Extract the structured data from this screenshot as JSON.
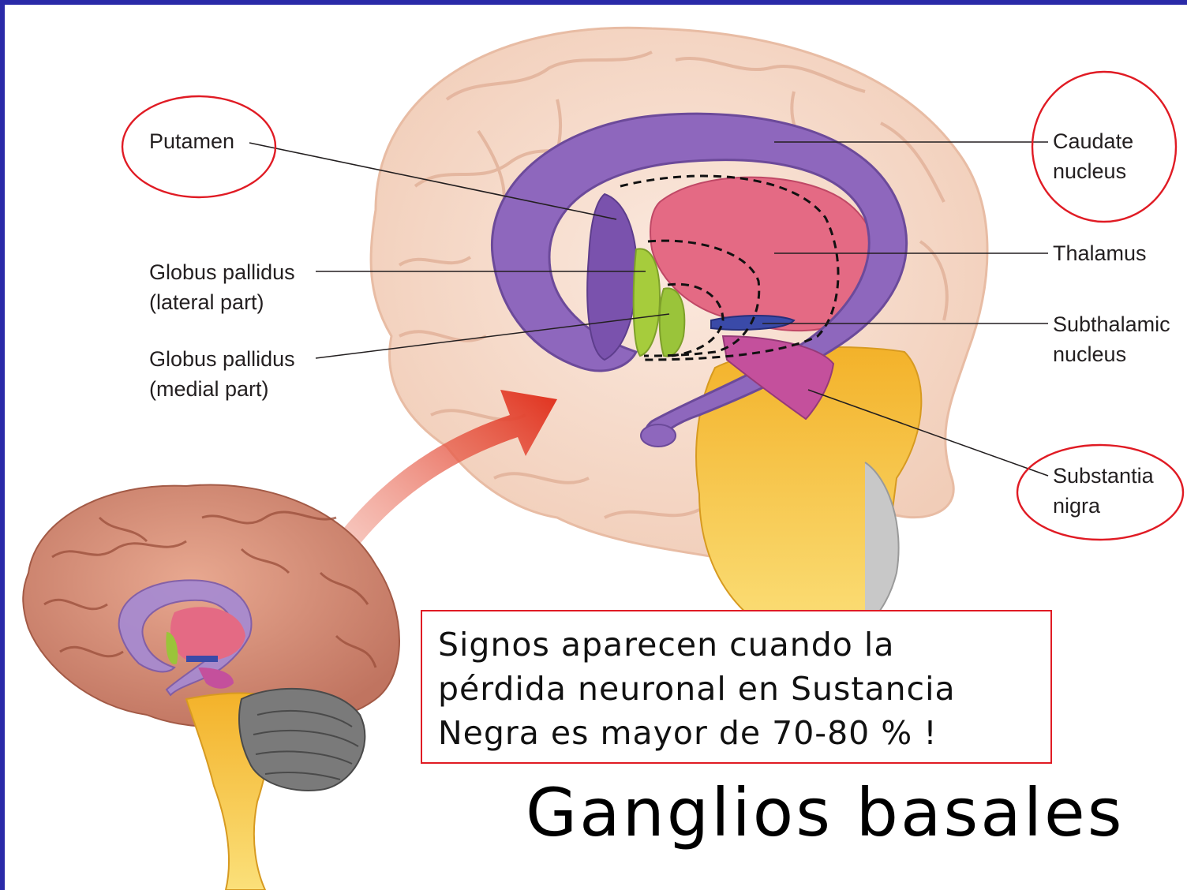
{
  "labels": {
    "putamen": "Putamen",
    "gp_lateral_1": "Globus pallidus",
    "gp_lateral_2": "(lateral part)",
    "gp_medial_1": "Globus pallidus",
    "gp_medial_2": "(medial part)",
    "caudate_1": "Caudate",
    "caudate_2": "nucleus",
    "thalamus": "Thalamus",
    "subthalamic_1": "Subthalamic",
    "subthalamic_2": "nucleus",
    "substantia_1": "Substantia",
    "substantia_2": "nigra"
  },
  "note": {
    "line1": "Signos aparecen cuando la",
    "line2": "pérdida neuronal en Sustancia",
    "line3": "Negra es mayor de 70-80 % !"
  },
  "title": "Ganglios basales",
  "colors": {
    "frame": "#2a2aa8",
    "highlight_circle": "#e01b24",
    "caudate": "#8c64b8",
    "thalamus": "#e0607a",
    "globus_pallidus": "#9ac43a",
    "subthalamic": "#3a4aa8",
    "substantia_nigra": "#c0509a",
    "brainstem": "#f2b830",
    "cortex": "#f6d8c8",
    "brain_outer": "#d8907a"
  }
}
